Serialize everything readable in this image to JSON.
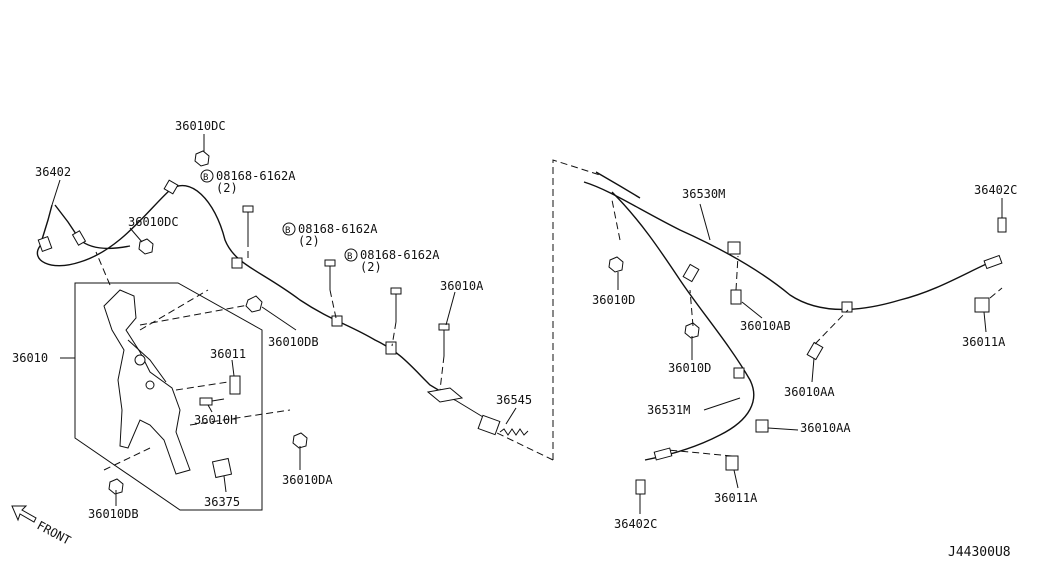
{
  "diagram_code": "J44300U8",
  "front_label": "FRONT",
  "callouts": [
    {
      "id": "c1",
      "text": "36010DC"
    },
    {
      "id": "c2",
      "text": "36402"
    },
    {
      "id": "c3",
      "text": "08168-6162A"
    },
    {
      "id": "c3q",
      "text": "(2)"
    },
    {
      "id": "c4",
      "text": "36010DC"
    },
    {
      "id": "c5",
      "text": "08168-6162A"
    },
    {
      "id": "c5q",
      "text": "(2)"
    },
    {
      "id": "c6",
      "text": "08168-6162A"
    },
    {
      "id": "c6q",
      "text": "(2)"
    },
    {
      "id": "c7",
      "text": "36010A"
    },
    {
      "id": "c8",
      "text": "36010DB"
    },
    {
      "id": "c9",
      "text": "36010"
    },
    {
      "id": "c10",
      "text": "36011"
    },
    {
      "id": "c11",
      "text": "36010H"
    },
    {
      "id": "c12",
      "text": "36545"
    },
    {
      "id": "c13",
      "text": "36010DA"
    },
    {
      "id": "c14",
      "text": "36375"
    },
    {
      "id": "c15",
      "text": "36010DB"
    },
    {
      "id": "c16",
      "text": "36530M"
    },
    {
      "id": "c17",
      "text": "36402C"
    },
    {
      "id": "c18",
      "text": "36010D"
    },
    {
      "id": "c19",
      "text": "36010AB"
    },
    {
      "id": "c20",
      "text": "36011A"
    },
    {
      "id": "c21",
      "text": "36010D"
    },
    {
      "id": "c22",
      "text": "36010AA"
    },
    {
      "id": "c23",
      "text": "36531M"
    },
    {
      "id": "c24",
      "text": "36010AA"
    },
    {
      "id": "c25",
      "text": "36011A"
    },
    {
      "id": "c26",
      "text": "36402C"
    }
  ],
  "bolt_marker": "B"
}
